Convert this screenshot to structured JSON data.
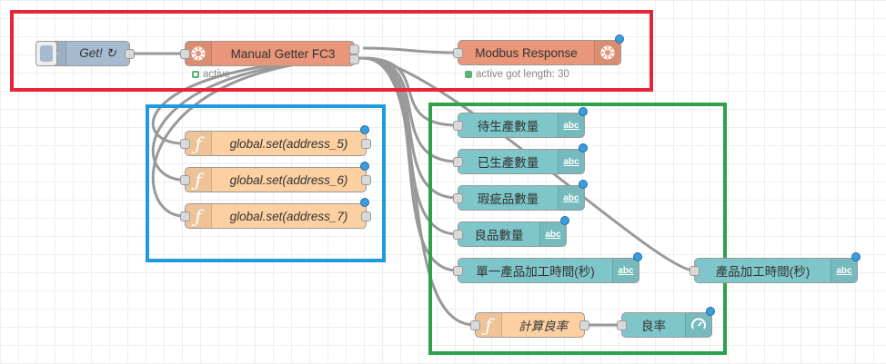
{
  "colors": {
    "group_red": "#e8243a",
    "group_blue": "#1e9be0",
    "group_green": "#2ea14b",
    "inject": "#a6bbcf",
    "modbus": "#e9967a",
    "function": "#fdd0a2",
    "text_node": "#7ec6c9",
    "status_active": "#5bb376",
    "status_dot": "#3d9cdb"
  },
  "nodes": {
    "inject": {
      "label": "Get! ↻",
      "icon": "arrow-icon"
    },
    "getter": {
      "label": "Manual Getter FC3",
      "icon": "modbus-icon",
      "status": "active"
    },
    "response": {
      "label": "Modbus Response",
      "icon": "modbus-icon",
      "status": "active got length: 30"
    },
    "func5": {
      "label": "global.set(address_5)",
      "icon": "function-icon"
    },
    "func6": {
      "label": "global.set(address_6)",
      "icon": "function-icon"
    },
    "func7": {
      "label": "global.set(address_7)",
      "icon": "function-icon"
    },
    "t1": {
      "label": "待生產數量",
      "icon": "abc"
    },
    "t2": {
      "label": "已生產數量",
      "icon": "abc"
    },
    "t3": {
      "label": "瑕疵品數量",
      "icon": "abc"
    },
    "t4": {
      "label": "良品數量",
      "icon": "abc"
    },
    "t5": {
      "label": "單一產品加工時間(秒)",
      "icon": "abc"
    },
    "t6": {
      "label": "產品加工時間(秒)",
      "icon": "abc"
    },
    "calc": {
      "label": "計算良率",
      "icon": "function-icon"
    },
    "gauge": {
      "label": "良率",
      "icon": "gauge-icon"
    }
  }
}
